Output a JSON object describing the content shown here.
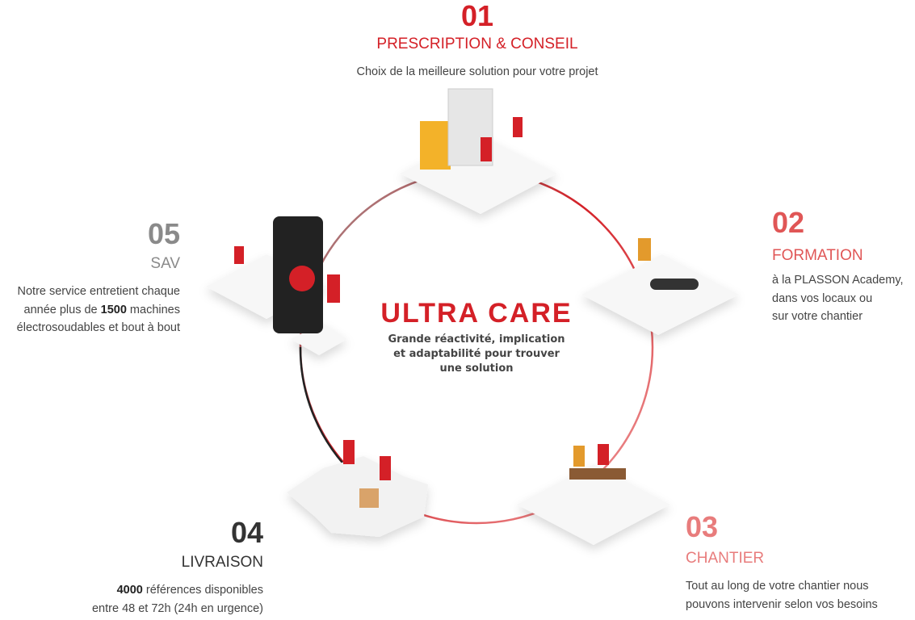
{
  "center": {
    "title": "ULTRA CARE",
    "subtitle_lines": [
      "Grande réactivité, implication",
      "et adaptabilité pour trouver",
      "une solution"
    ]
  },
  "steps": [
    {
      "number": "01",
      "title": "PRESCRIPTION & CONSEIL",
      "lines": [
        "Choix de la meilleure solution pour votre projet"
      ],
      "color": "#d42027"
    },
    {
      "number": "02",
      "title": "FORMATION",
      "lines": [
        "à la PLASSON Academy,",
        "dans vos locaux ou",
        "sur votre chantier"
      ],
      "color": "#e05656"
    },
    {
      "number": "03",
      "title": "CHANTIER",
      "lines": [
        "Tout au long de votre chantier nous",
        "pouvons intervenir selon vos besoins"
      ],
      "color": "#e87c7c"
    },
    {
      "number": "04",
      "title": "LIVRAISON",
      "bold": "4000",
      "lines": [
        " références disponibles",
        "entre 48 et 72h (24h en urgence)"
      ],
      "color": "#333333"
    },
    {
      "number": "05",
      "title": "SAV",
      "bold": "1500",
      "lines": [
        "Notre service entretient chaque",
        "année plus de ",
        " machines",
        "électrosoudables et bout à bout"
      ],
      "color": "#8a8a8a"
    }
  ],
  "illustrations": [
    "office-consulting",
    "training-welding",
    "construction-site",
    "delivery-france-map",
    "phone-support"
  ]
}
